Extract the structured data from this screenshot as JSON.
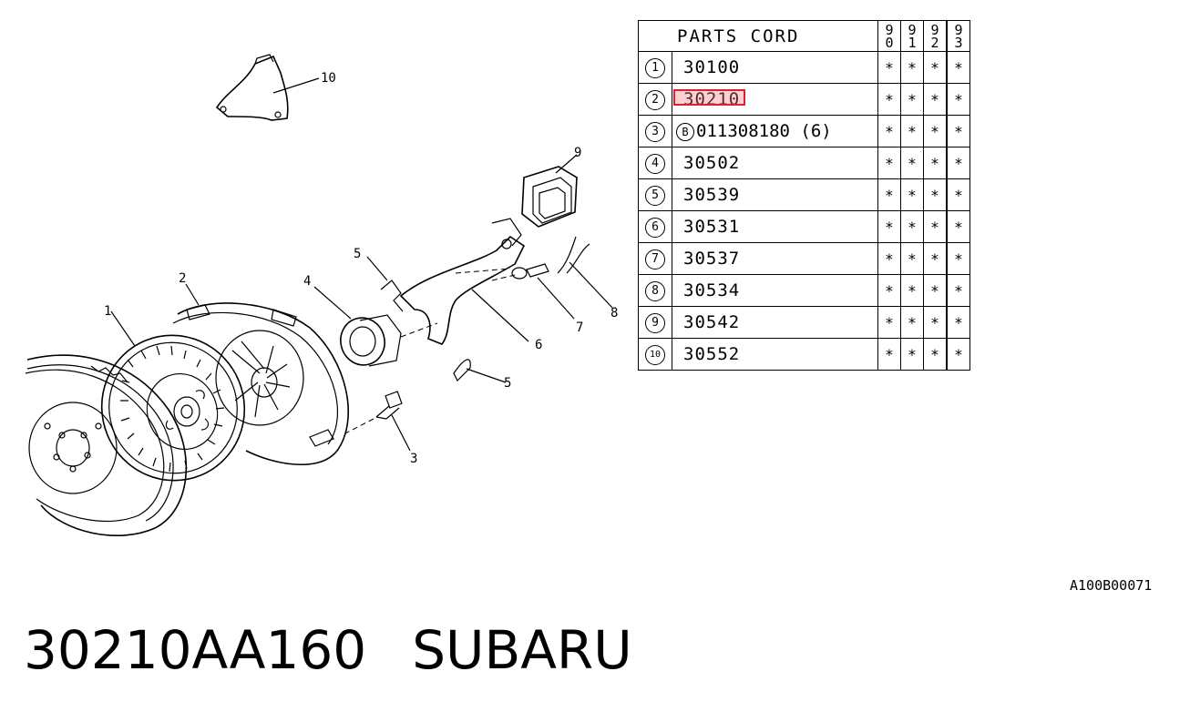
{
  "diagram": {
    "callouts": [
      "1",
      "2",
      "3",
      "4",
      "5",
      "5",
      "6",
      "7",
      "8",
      "9",
      "10"
    ]
  },
  "table": {
    "header": "PARTS CORD",
    "years": [
      "90",
      "91",
      "92",
      "93"
    ],
    "rows": [
      {
        "index": "1",
        "code": "30100",
        "marks": [
          "*",
          "*",
          "*",
          "*"
        ]
      },
      {
        "index": "2",
        "code": "30210",
        "marks": [
          "*",
          "*",
          "*",
          "*"
        ],
        "highlighted": true
      },
      {
        "index": "3",
        "prefix": "B",
        "code": "011308180 (6)",
        "marks": [
          "*",
          "*",
          "*",
          "*"
        ]
      },
      {
        "index": "4",
        "code": "30502",
        "marks": [
          "*",
          "*",
          "*",
          "*"
        ]
      },
      {
        "index": "5",
        "code": "30539",
        "marks": [
          "*",
          "*",
          "*",
          "*"
        ]
      },
      {
        "index": "6",
        "code": "30531",
        "marks": [
          "*",
          "*",
          "*",
          "*"
        ]
      },
      {
        "index": "7",
        "code": "30537",
        "marks": [
          "*",
          "*",
          "*",
          "*"
        ]
      },
      {
        "index": "8",
        "code": "30534",
        "marks": [
          "*",
          "*",
          "*",
          "*"
        ]
      },
      {
        "index": "9",
        "code": "30542",
        "marks": [
          "*",
          "*",
          "*",
          "*"
        ]
      },
      {
        "index": "10",
        "code": "30552",
        "marks": [
          "*",
          "*",
          "*",
          "*"
        ]
      }
    ],
    "highlight_color": "#e0202c"
  },
  "reference_code": "A100B00071",
  "footer": {
    "part_number": "30210AA160",
    "brand": "SUBARU"
  }
}
